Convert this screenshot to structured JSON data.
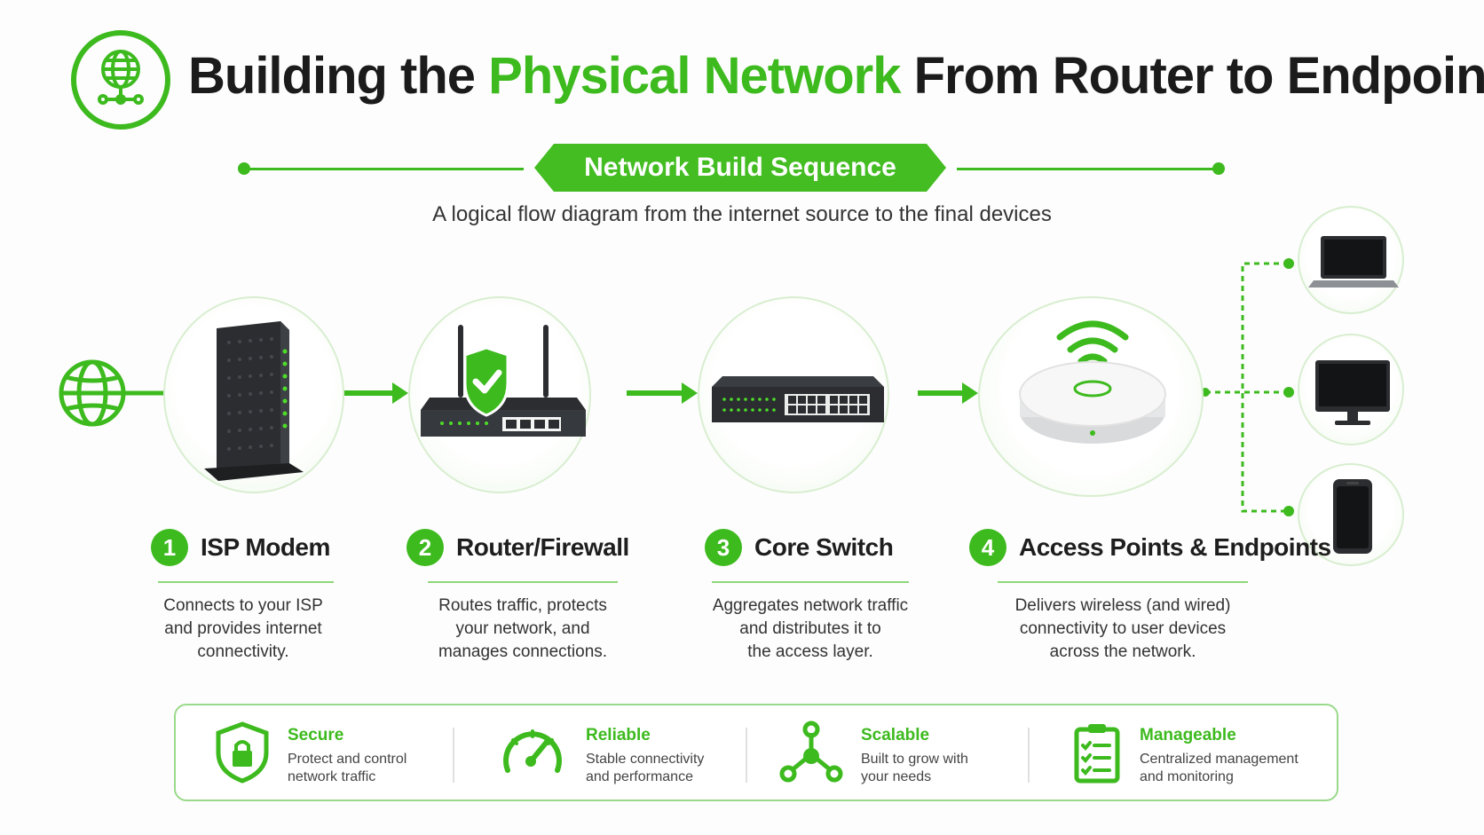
{
  "header": {
    "title_pre": "Building the ",
    "title_highlight": "Physical Network",
    "title_post": " From Router to Endpoints"
  },
  "banner": {
    "label": "Network Build Sequence",
    "subtitle": "A logical flow diagram from the internet source to the final devices"
  },
  "steps": [
    {
      "num": "1",
      "title": "ISP Modem",
      "desc": [
        "Connects to your ISP",
        "and provides internet",
        "connectivity."
      ]
    },
    {
      "num": "2",
      "title": "Router/Firewall",
      "desc": [
        "Routes traffic, protects",
        "your network, and",
        "manages connections."
      ]
    },
    {
      "num": "3",
      "title": "Core Switch",
      "desc": [
        "Aggregates network traffic",
        "and distributes it to",
        "the access layer."
      ]
    },
    {
      "num": "4",
      "title": "Access Points & Endpoints",
      "desc": [
        "Delivers wireless (and wired)",
        "connectivity to user devices",
        "across the network."
      ]
    }
  ],
  "features": [
    {
      "title": "Secure",
      "desc": [
        "Protect and control",
        "network traffic"
      ],
      "icon": "shield-lock-icon"
    },
    {
      "title": "Reliable",
      "desc": [
        "Stable connectivity",
        "and performance"
      ],
      "icon": "speedometer-icon"
    },
    {
      "title": "Scalable",
      "desc": [
        "Built to grow with",
        "your needs"
      ],
      "icon": "network-nodes-icon"
    },
    {
      "title": "Manageable",
      "desc": [
        "Centralized management",
        "and monitoring"
      ],
      "icon": "clipboard-checklist-icon"
    }
  ],
  "endpoints": [
    "laptop",
    "monitor",
    "smartphone"
  ],
  "colors": {
    "accent": "#3dba1e",
    "device": "#2b2d30",
    "text": "#1e1e1e"
  }
}
